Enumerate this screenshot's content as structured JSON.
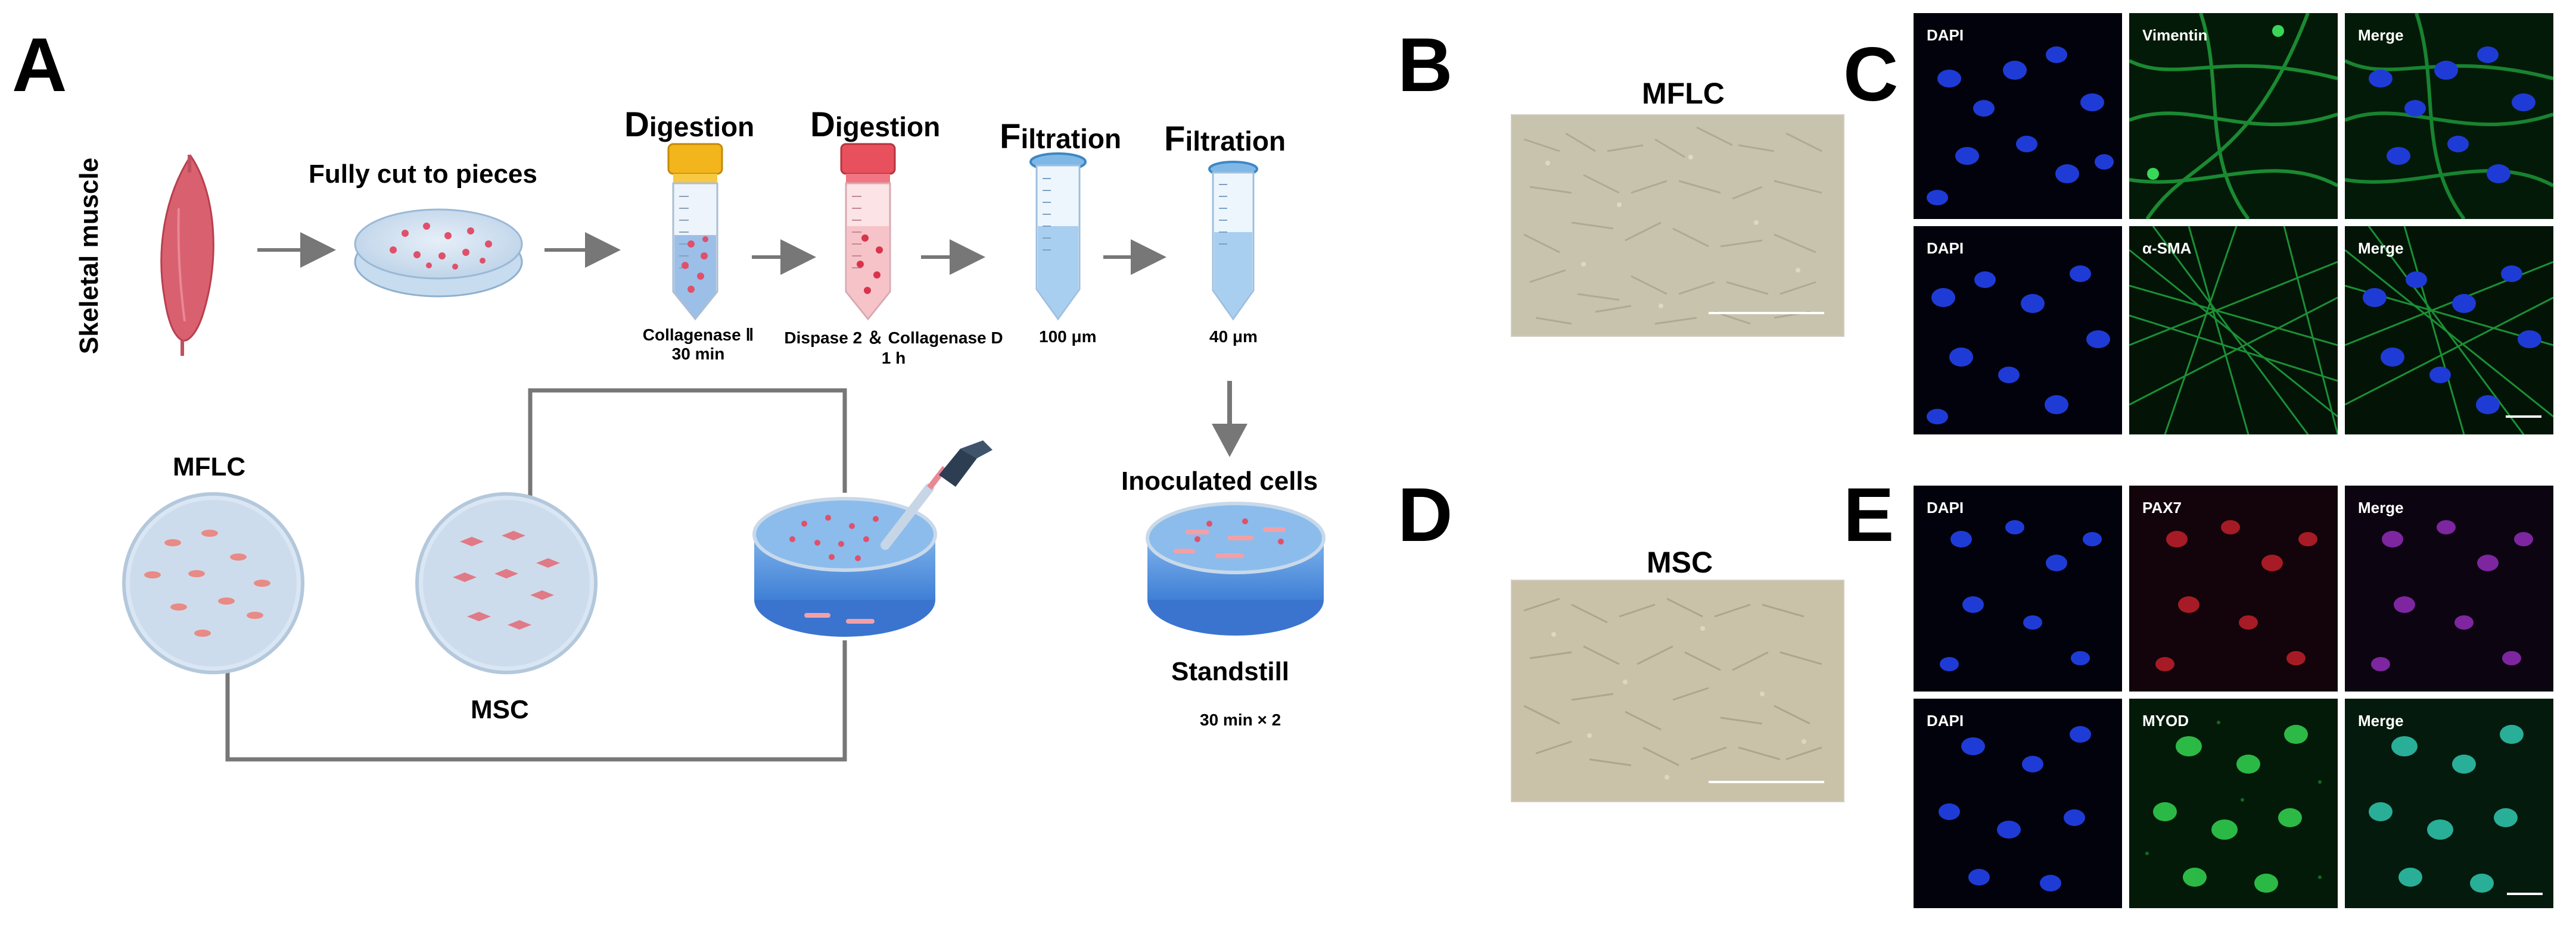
{
  "panels": {
    "A": "A",
    "B": "B",
    "C": "C",
    "D": "D",
    "E": "E"
  },
  "panelA": {
    "skeletal_muscle": "Skeletal muscle",
    "fully_cut": "Fully cut to pieces",
    "digestion1": {
      "cap": "D",
      "rest": "igestion",
      "reagent": "Collagenase Ⅱ",
      "time": "30 min"
    },
    "digestion2": {
      "cap": "D",
      "rest": "igestion",
      "reagent": "Dispase 2 ＆ Collagenase D",
      "time": "1 h"
    },
    "filtration1": {
      "cap": "F",
      "rest": "iltration",
      "size": "100 μm"
    },
    "filtration2": {
      "cap": "F",
      "rest": "iltration",
      "size": "40 μm"
    },
    "inoculated": "Inoculated cells",
    "standstill": "Standstill",
    "standstill_time": "30 min × 2",
    "mflc": "MFLC",
    "msc": "MSC"
  },
  "panelB": {
    "title": "MFLC"
  },
  "panelD": {
    "title": "MSC"
  },
  "panelC": {
    "row1": [
      "DAPI",
      "Vimentin",
      "Merge"
    ],
    "row2": [
      "DAPI",
      "α-SMA",
      "Merge"
    ]
  },
  "panelE": {
    "row1": [
      "DAPI",
      "PAX7",
      "Merge"
    ],
    "row2": [
      "DAPI",
      "MYOD",
      "Merge"
    ]
  },
  "colors": {
    "arrow": "#777777",
    "muscle": "#d9606e",
    "dish": "#cfe0f0",
    "dapi": "#1f3bd6",
    "green": "#1e9e3a",
    "red": "#c0202a"
  }
}
